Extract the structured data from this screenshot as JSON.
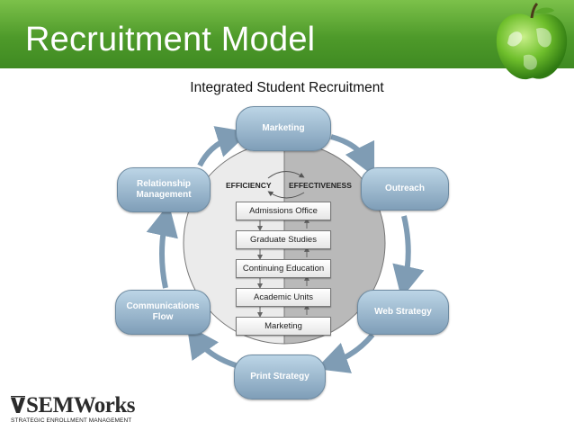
{
  "slide": {
    "title": "Recruitment Model",
    "subtitle": "Integrated Student Recruitment"
  },
  "cycle": {
    "marketing": "Marketing",
    "outreach": "Outreach",
    "web_strategy": "Web Strategy",
    "print_strategy": "Print Strategy",
    "communications_flow": "Communications\nFlow",
    "relationship_management": "Relationship\nManagement"
  },
  "center": {
    "efficiency_label": "EFFICIENCY",
    "effectiveness_label": "EFFECTIVENESS",
    "offices": [
      "Admissions Office",
      "Graduate Studies",
      "Continuing Education",
      "Academic Units",
      "Marketing"
    ]
  },
  "logo": {
    "mark": "SEM",
    "word": "Works",
    "tagline": "STRATEGIC ENROLLMENT MANAGEMENT"
  },
  "colors": {
    "banner": "#4e9a2a",
    "pill": "#8fadc5",
    "arrow": "#7f9cb4",
    "circle_light": "#ebebeb",
    "circle_dark": "#b8b8b8"
  }
}
